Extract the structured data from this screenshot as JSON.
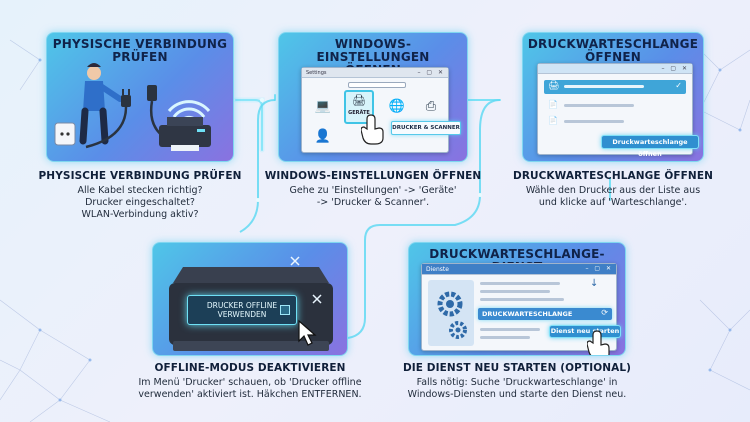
{
  "steps": [
    {
      "title_line1": "PHYSISCHE VERBINDUNG",
      "title_line2": "PRÜFEN",
      "caption_title": "PHYSISCHE VERBINDUNG PRÜFEN",
      "caption_lines": [
        "Alle Kabel stecken richtig?",
        "Drucker eingeschaltet?",
        "WLAN-Verbindung aktiv?"
      ]
    },
    {
      "title_line1": "WINDOWS-EINSTELLUNGEN",
      "title_line2": "ÖFFNEN",
      "window_title": "Settings",
      "tile_label": "GERÄTE",
      "tooltip": "DRUCKER & SCANNER",
      "caption_title": "WINDOWS-EINSTELLUNGEN ÖFFNEN",
      "caption_lines": [
        "Gehe zu 'Einstellungen' -> 'Geräte'",
        "-> 'Drucker & Scanner'."
      ]
    },
    {
      "title_line1": "DRUCKWARTESCHLANGE",
      "title_line2": "ÖFFNEN",
      "button": "Druckwarteschlange öffnen",
      "caption_title": "DRUCKWARTESCHLANGE ÖFFNEN",
      "caption_lines": [
        "Wähle den Drucker aus der Liste aus",
        "und klicke auf 'Warteschlange'."
      ]
    },
    {
      "screen_line1": "DRUCKER OFFLINE",
      "screen_line2": "VERWENDEN",
      "caption_title": "OFFLINE-MODUS DEAKTIVIEREN",
      "caption_lines": [
        "Im Menü 'Drucker' schauen, ob 'Drucker offline",
        "verwenden' aktiviert ist. Häkchen ENTFERNEN."
      ]
    },
    {
      "title": "DRUCKWARTESCHLANGE-DIENST",
      "window_title": "Dienste",
      "service": "DRUCKWARTESCHLANGE",
      "button": "Dienst neu starten",
      "caption_title": "DIE DIENST NEU STARTEN (OPTIONAL)",
      "caption_lines": [
        "Falls nötig: Suche 'Druckwarteschlange' in",
        "Windows-Diensten und starte den Dienst neu."
      ]
    }
  ]
}
